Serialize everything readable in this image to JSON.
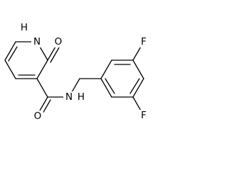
{
  "molecule": {
    "atoms": {
      "n1": "N",
      "h1": "H",
      "o1": "O",
      "o2": "O",
      "n2": "N",
      "h2": "H",
      "f1": "F",
      "f2": "F"
    }
  }
}
